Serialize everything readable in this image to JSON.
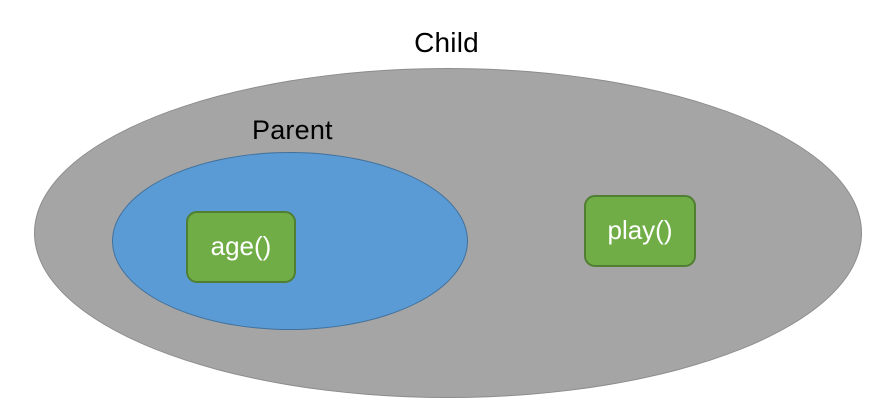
{
  "diagram": {
    "type": "venn-inheritance-diagram",
    "background_color": "#ffffff",
    "outer_set": {
      "label": "Child",
      "shape": "ellipse",
      "fill_color": "#a5a5a5",
      "stroke_color": "#8c8c8c"
    },
    "inner_set": {
      "label": "Parent",
      "shape": "ellipse",
      "fill_color": "#5b9bd5",
      "stroke_color": "#41719c"
    },
    "members": [
      {
        "label": "age()",
        "shape": "rounded-rectangle",
        "fill_color": "#70ad47",
        "stroke_color": "#507e32",
        "text_color": "#ffffff",
        "contained_in": "Parent"
      },
      {
        "label": "play()",
        "shape": "rounded-rectangle",
        "fill_color": "#70ad47",
        "stroke_color": "#507e32",
        "text_color": "#ffffff",
        "contained_in": "Child"
      }
    ]
  }
}
